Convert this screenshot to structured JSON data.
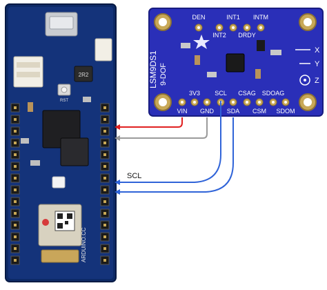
{
  "diagram": {
    "wire_label": "SCL",
    "colors": {
      "red_wire": "#e02020",
      "gray_wire": "#9a9a9a",
      "blue_wire": "#2f63d8",
      "board_blue": "#0d2a66",
      "sensor_blue": "#2a2fb8"
    }
  },
  "arduino": {
    "brand_text": "ARDUINO.CC",
    "inductor_text": "2R2",
    "reset_text": "RST"
  },
  "sensor": {
    "model_text": "LSM9DS1",
    "variant_text": "9-DOF",
    "pins_top": [
      "DEN",
      "INT1",
      "INTM"
    ],
    "pins_mid": [
      "INT2",
      "DRDY"
    ],
    "pins_bottom_row1": [
      "3V3",
      "SCL",
      "CSAG",
      "SDOAG"
    ],
    "pins_bottom_row2": [
      "VIN",
      "GND",
      "SDA",
      "CSM",
      "SDOM"
    ],
    "axes": [
      "X",
      "Y",
      "Z"
    ]
  }
}
